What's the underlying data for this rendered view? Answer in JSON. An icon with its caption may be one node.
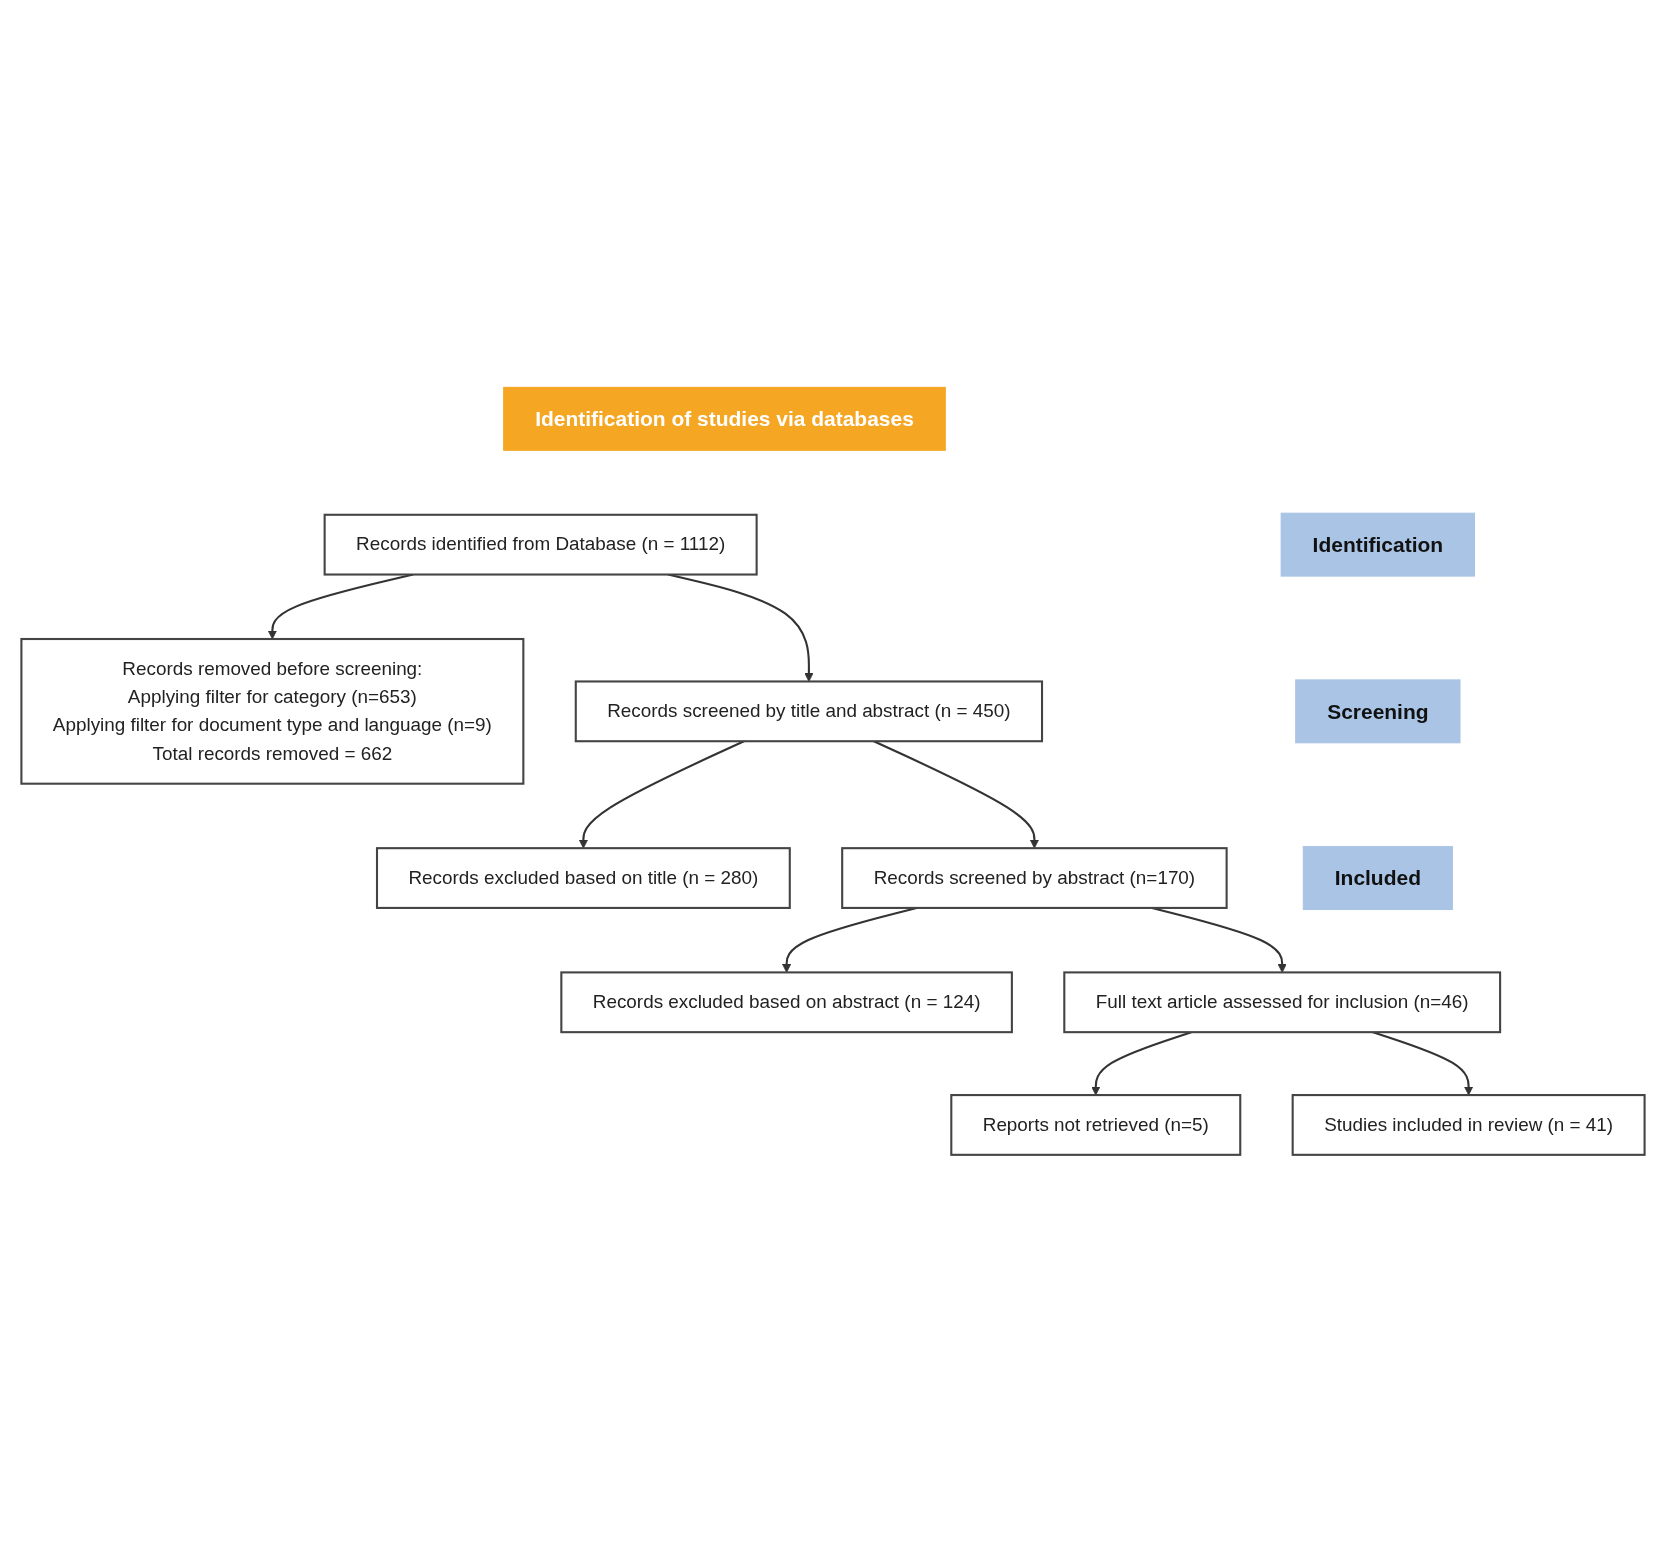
{
  "diagram": {
    "nodes": [
      {
        "text": [
          "Identification of studies via databases"
        ]
      },
      {
        "text": [
          "Identification"
        ]
      },
      {
        "text": [
          "Records identified from Database (n = 1112)"
        ]
      },
      {
        "text": [
          "Records removed before screening:",
          "Applying filter for category (n=653)",
          "Applying filter for document type and language (n=9)",
          "Total records removed = 662"
        ]
      },
      {
        "text": [
          "Screening"
        ]
      },
      {
        "text": [
          "Records screened by title and abstract (n = 450)"
        ]
      },
      {
        "text": [
          "Records excluded based on title (n = 280)"
        ]
      },
      {
        "text": [
          "Records screened by abstract (n=170)"
        ]
      },
      {
        "text": [
          "Records excluded based on abstract (n = 124)"
        ]
      },
      {
        "text": [
          "Full text article assessed for inclusion (n=46)"
        ]
      },
      {
        "text": [
          "Reports not retrieved (n=5)"
        ]
      },
      {
        "text": [
          "Included"
        ]
      },
      {
        "text": [
          "Studies included in review (n = 41)"
        ]
      }
    ],
    "edges": [
      {
        "from": 2,
        "to": 3,
        "arrow": "to"
      },
      {
        "from": 2,
        "to": 5,
        "arrow": "to"
      },
      {
        "from": 5,
        "to": 6,
        "arrow": "to"
      },
      {
        "from": 5,
        "to": 7,
        "arrow": "to"
      },
      {
        "from": 7,
        "to": 8,
        "arrow": "to"
      },
      {
        "from": 7,
        "to": 9,
        "arrow": "to"
      },
      {
        "from": 9,
        "to": 10,
        "arrow": "to"
      },
      {
        "from": 9,
        "to": 12,
        "arrow": "to"
      }
    ]
  }
}
